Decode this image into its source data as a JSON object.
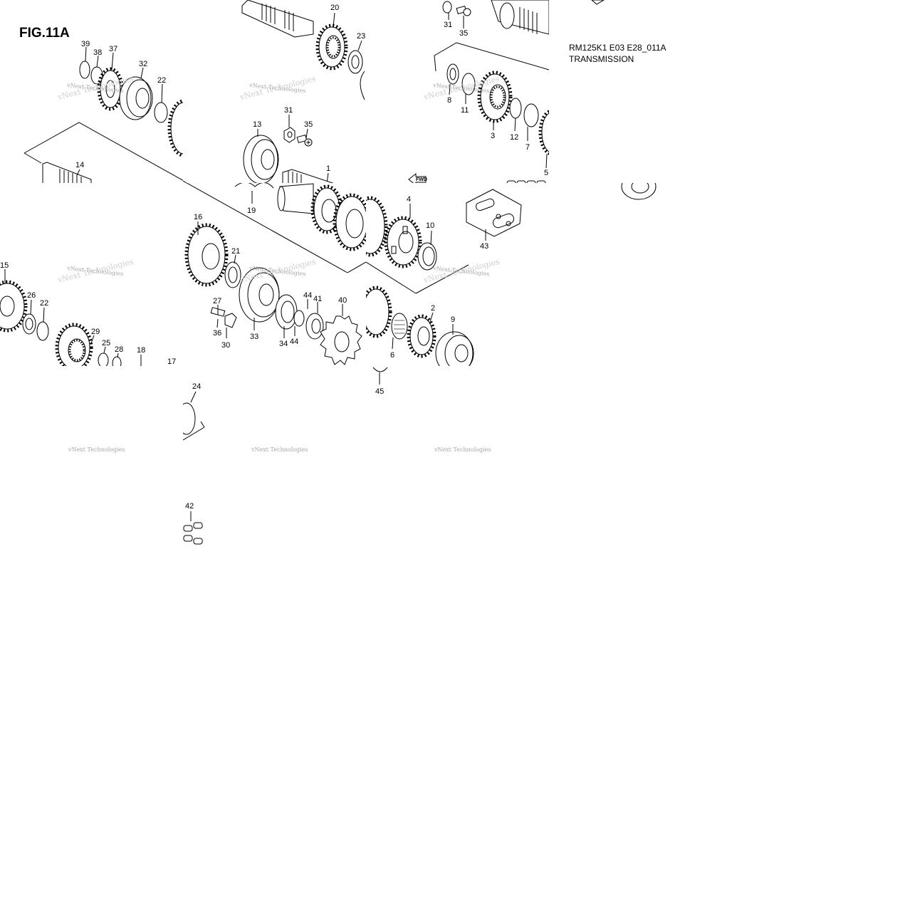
{
  "figure": {
    "title": "FIG.11A",
    "code": "RM125K1 E03 E28_011A",
    "section": "TRANSMISSION"
  },
  "fwd_arrow": {
    "label": "FWD"
  },
  "watermark": {
    "text": "vNext Technologies"
  },
  "callouts": [
    "1",
    "2",
    "3",
    "4",
    "5",
    "6",
    "7",
    "8",
    "9",
    "10",
    "11",
    "12",
    "13",
    "14",
    "15",
    "16",
    "17",
    "18",
    "19",
    "20",
    "21",
    "22",
    "23",
    "24",
    "25",
    "26",
    "27",
    "28",
    "29",
    "30",
    "31",
    "32",
    "33",
    "34",
    "35",
    "36",
    "37",
    "38",
    "39",
    "40",
    "41",
    "42",
    "43",
    "44",
    "45"
  ]
}
